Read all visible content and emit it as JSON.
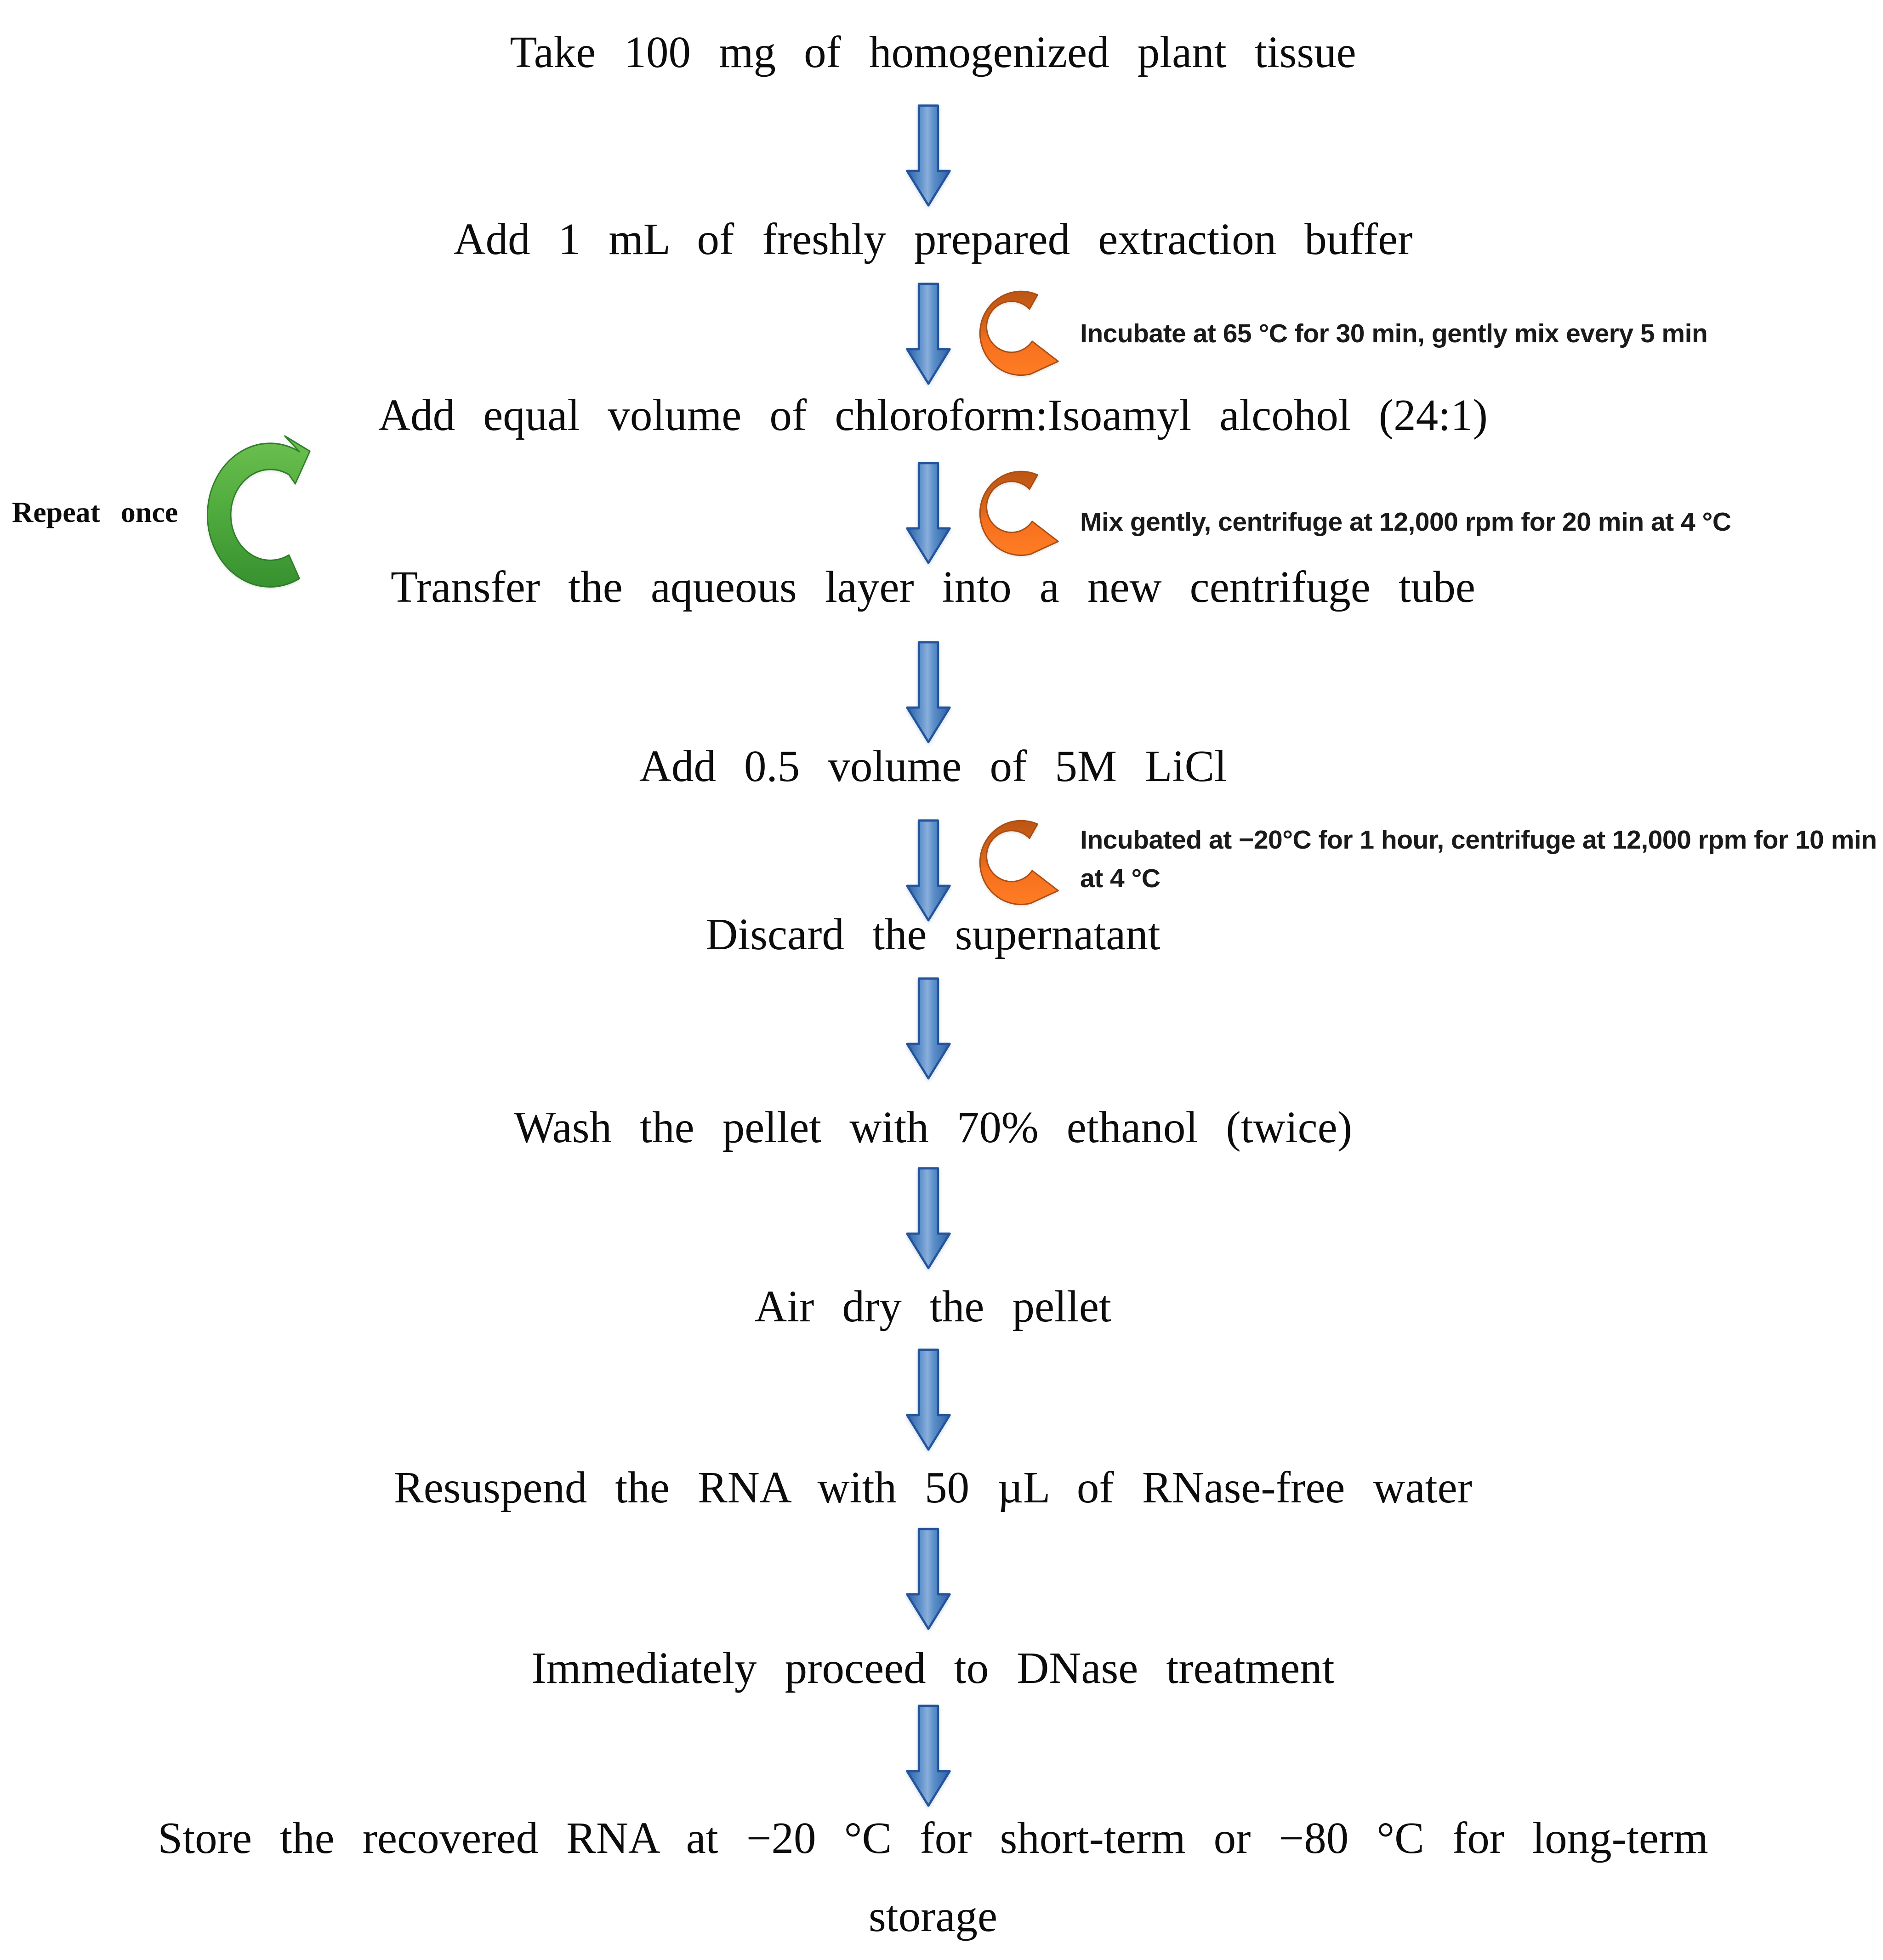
{
  "flowchart": {
    "steps": [
      {
        "text": "Take 100 mg of homogenized plant tissue"
      },
      {
        "text": "Add 1 mL of freshly prepared extraction buffer"
      },
      {
        "text": "Add equal volume of chloroform:Isoamyl alcohol (24:1)"
      },
      {
        "text": "Transfer the aqueous layer into a new centrifuge tube"
      },
      {
        "text": "Add 0.5 volume of 5M LiCl"
      },
      {
        "text": "Discard the supernatant"
      },
      {
        "text": "Wash the pellet with 70% ethanol (twice)"
      },
      {
        "text": "Air dry the pellet"
      },
      {
        "text": "Resuspend the RNA with 50 µL of RNase-free water"
      },
      {
        "text": "Immediately proceed to DNase treatment"
      },
      {
        "text": "Store the recovered RNA at −20 °C for short-term or −80 °C for long-term",
        "text2": "storage"
      }
    ],
    "side_annotations": [
      {
        "text": "Incubate at 65 °C for 30 min, gently mix every 5 min"
      },
      {
        "text": "Mix gently, centrifuge at 12,000 rpm for 20 min at 4 °C"
      },
      {
        "text": "Incubated at −20°C for 1 hour, centrifuge at 12,000 rpm for 10 min at 4 °C"
      }
    ],
    "loop_label": "Repeat once"
  },
  "colors": {
    "background": "#ffffff",
    "text": "#0c0c0c",
    "arrow_blue": "#3f72b4",
    "arrow_blue_dark": "#24549b",
    "arrow_orange_bright": "#ff7722",
    "arrow_orange_dark": "#c45a16",
    "arrow_green_light": "#64bc49",
    "arrow_green_dark": "#37912f"
  }
}
